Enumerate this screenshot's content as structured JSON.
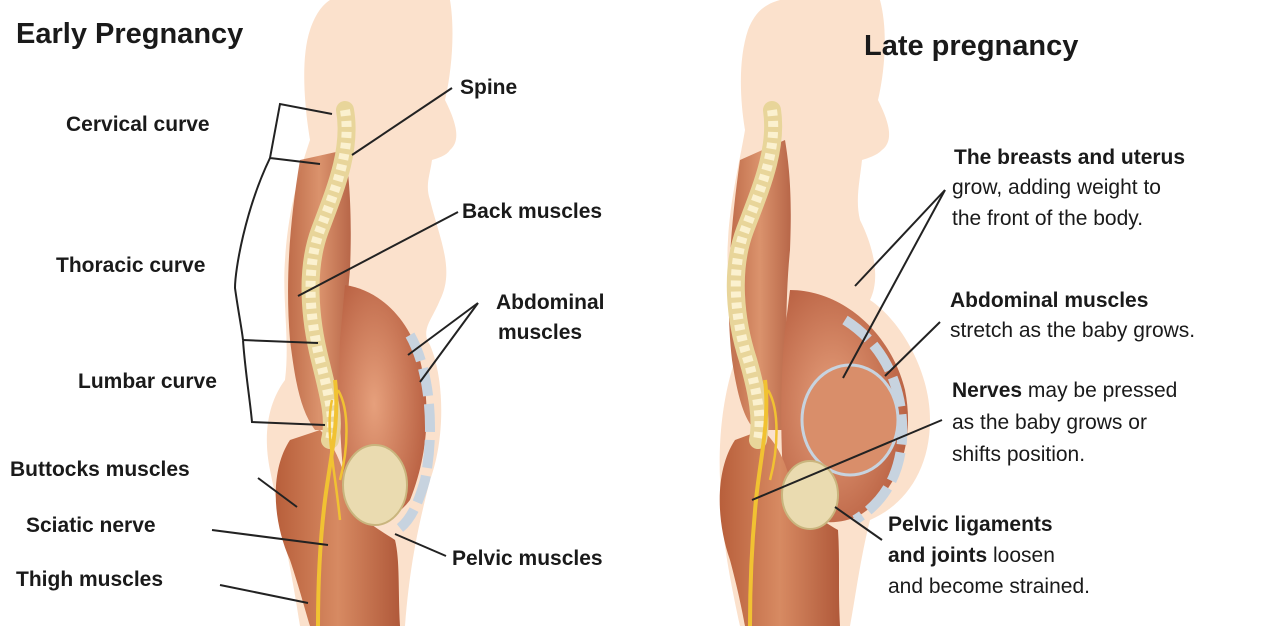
{
  "titles": {
    "early": "Early Pregnancy",
    "late": "Late pregnancy"
  },
  "early_labels": {
    "spine": "Spine",
    "cervical_curve": "Cervical curve",
    "back_muscles": "Back muscles",
    "thoracic_curve": "Thoracic curve",
    "abdominal_muscles_line1": "Abdominal",
    "abdominal_muscles_line2": "muscles",
    "lumbar_curve": "Lumbar curve",
    "buttocks_muscles": "Buttocks muscles",
    "sciatic_nerve": "Sciatic nerve",
    "pelvic_muscles": "Pelvic muscles",
    "thigh_muscles": "Thigh muscles"
  },
  "late_labels": {
    "breasts_uterus_title": "The breasts and uterus",
    "breasts_uterus_line2": "grow, adding weight to",
    "breasts_uterus_line3": "the front of the body.",
    "abdominal_title": "Abdominal muscles",
    "abdominal_line2": "stretch as the baby grows.",
    "nerves_bold": "Nerves",
    "nerves_rest": " may be pressed",
    "nerves_line2": "as the baby grows or",
    "nerves_line3": "shifts position.",
    "pelvic_line1": "Pelvic ligaments",
    "pelvic_line2_bold": "and joints",
    "pelvic_line2_rest": " loosen",
    "pelvic_line3": "and become strained."
  },
  "colors": {
    "skin": "#fbe1cc",
    "muscle": "#c8714b",
    "muscle_dark": "#a4502f",
    "bone": "#f3e6b4",
    "nerve": "#f1c232",
    "fascia": "#c7d3df",
    "leader": "#222222"
  }
}
